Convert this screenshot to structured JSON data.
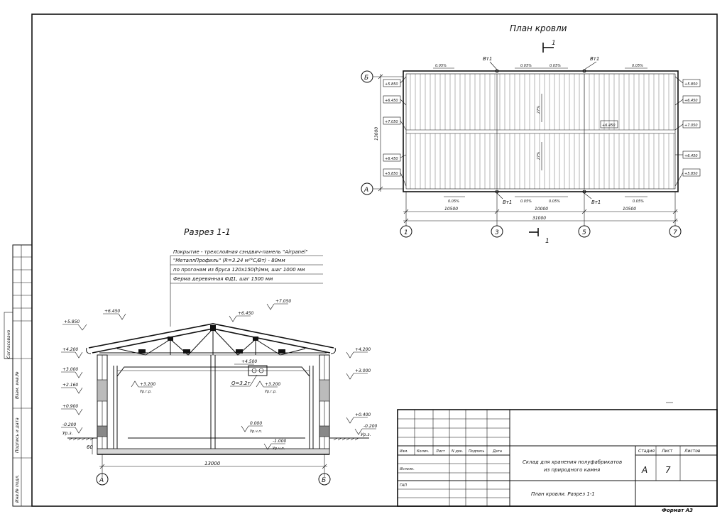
{
  "plan": {
    "title": "План кровли",
    "section_mark": "1",
    "row_axes": [
      "Б",
      "А"
    ],
    "column_axes": [
      "1",
      "3",
      "5",
      "7"
    ],
    "width_dim": "13000",
    "dims": [
      "10500",
      "10000",
      "10500"
    ],
    "total_dim": "31000",
    "drains": [
      "Вт1",
      "Вт1",
      "Вт1",
      "Вт1"
    ],
    "slopes_top": [
      "0.05%",
      "0.05%",
      "0.05%",
      "0.05%"
    ],
    "slopes_bottom": [
      "0.05%",
      "0.05%",
      "0.05%",
      "0.05%"
    ],
    "slope_vertical": "27%",
    "marks_left": [
      "+5.850",
      "+6.450",
      "+7.050",
      "+6.450",
      "+5.850"
    ],
    "marks_right": [
      "+5.850",
      "+6.450",
      "+7.050",
      "+6.450",
      "+5.850"
    ],
    "mark_middle": "+6.450"
  },
  "section": {
    "title": "Разрез 1-1",
    "notes": [
      "Покрытие - трехслойная сэндвич-панель \"Airpanel\"",
      "\"МеталлПрофиль\" (R=3.24 м²°С/Вт)   - 80мм",
      "по прогонам из бруса 120х150(h)мм,  шаг  1000 мм",
      "Ферма  деревянная  ФД1, шаг  1500 мм"
    ],
    "marks": {
      "ridge": "+7.050",
      "roof_upper_left": "+6.450",
      "roof_upper_mid": "+6.450",
      "eave_left": "+5.850",
      "top_left": "+4.200",
      "top_right": "+4.200",
      "beam_left": "+3.000",
      "beam_right": "+3.000",
      "crane_left": "+3.200",
      "crane_right": "+3.200",
      "crane_level": "Ур.г.р.",
      "hoist_mark": "+4.500",
      "hoist_capacity": "Q=3.2т",
      "level_2160": "+2.160",
      "level_0900": "+0.900",
      "level_neg_left": "-0.200",
      "level_neg_right": "-0.200",
      "ground_level": "Ур.з.",
      "right_0400": "+0.400",
      "floor": "0.000",
      "floor_level": "Ур.ч.п.",
      "pit": "-1.000",
      "pit_level": "Ур.ч.п."
    },
    "base_dim": "60",
    "span_dim": "13000",
    "axes": [
      "А",
      "Б"
    ]
  },
  "side_stamp": [
    "Согласовано",
    "Взам. инв.№",
    "Подпись и дата",
    "Инв.№ подл."
  ],
  "title_block": {
    "header": [
      "Изм.",
      "Колич.",
      "Лист",
      "N док.",
      "Подпись",
      "Дата"
    ],
    "roles": [
      "Исполн.",
      "ГАП"
    ],
    "project": [
      "Склад для хранения полуфабрикатов",
      "из природного камня"
    ],
    "sheet_title": "План кровли. Разрез 1-1",
    "stage_label": "Стадия",
    "sheet_label": "Лист",
    "sheets_label": "Листов",
    "stage": "А",
    "sheet": "7"
  },
  "format": "Формат А3"
}
